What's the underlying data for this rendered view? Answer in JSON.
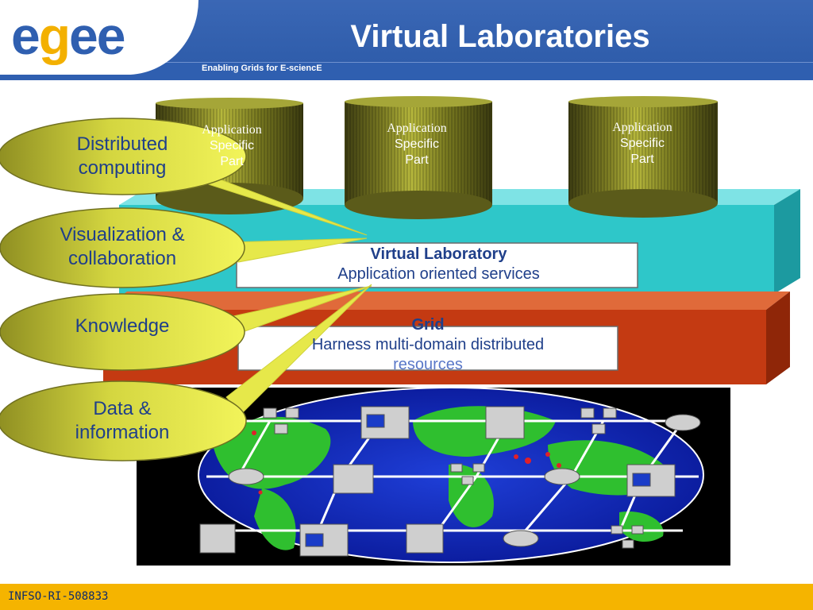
{
  "header": {
    "logo_text": "egee",
    "title": "Virtual Laboratories",
    "tagline": "Enabling Grids for E-sciencE"
  },
  "cylinders": [
    {
      "line1": "Application",
      "line2": "Specific",
      "line3": "Part"
    },
    {
      "line1": "Application",
      "line2": "Specific",
      "line3": "Part"
    },
    {
      "line1": "Application",
      "line2": "Specific",
      "line3": "Part"
    }
  ],
  "layers": {
    "virtual_lab": {
      "title": "Virtual Laboratory",
      "subtitle": "Application oriented services"
    },
    "grid": {
      "title": "Grid",
      "subtitle": "Harness multi-domain distributed",
      "subtitle2": "resources"
    }
  },
  "bubbles": [
    {
      "line1": "Distributed",
      "line2": "computing"
    },
    {
      "line1": "Visualization &",
      "line2": "collaboration"
    },
    {
      "line1": "Knowledge"
    },
    {
      "line1": "Data &",
      "line2": "information"
    }
  ],
  "footer": {
    "text": "INFSO-RI-508833"
  },
  "colors": {
    "header_blue": "#2f5fb0",
    "footer_yellow": "#f5b400",
    "teal_layer": "#2ec7c9",
    "red_layer": "#c43a12",
    "bubble_yellow": "#e6e84a",
    "text_blue": "#1f3f8a"
  }
}
